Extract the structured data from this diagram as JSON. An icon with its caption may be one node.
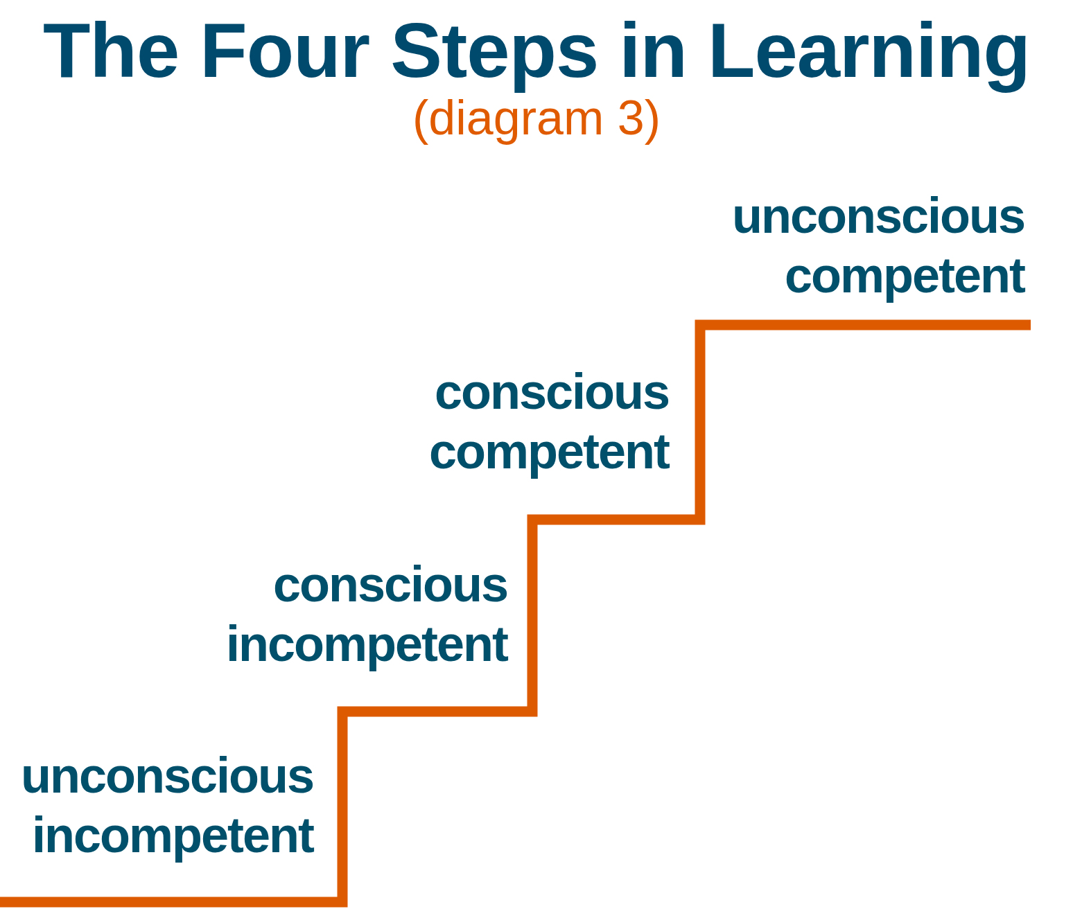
{
  "diagram": {
    "title": "The Four Steps in Learning",
    "labels": [
      "(diagram 3)",
      "unconscious competent",
      "conscious competent",
      "conscious incompetent",
      "unconscious incompetent"
    ]
  }
}
